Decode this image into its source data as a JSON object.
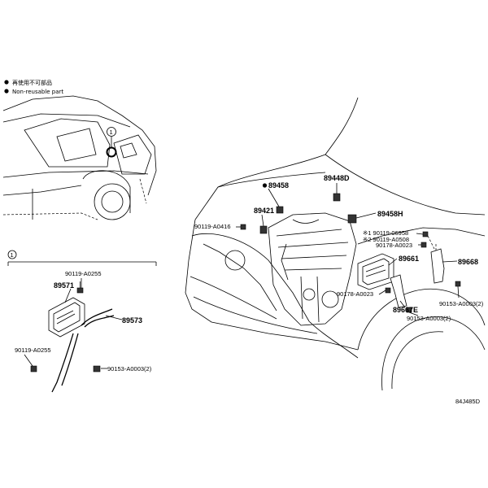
{
  "legend": {
    "line1": "再使用不可部品",
    "line2": "Non-reusable part"
  },
  "inset_callout": "1",
  "detail_box_number": "1",
  "part_labels": {
    "p89458": "89458",
    "p89448D": "89448D",
    "p89421": "89421",
    "p89458H": "89458H",
    "p90119_A0416": "90119-A0416",
    "p90119_06958": "※1 90119-06958",
    "p90119_A0508": "※2 90119-A0508",
    "p90178_A0023_top": "90178-A0023",
    "p89661": "89661",
    "p89668": "89668",
    "p90178_A0023_low": "90178-A0023",
    "p89667E": "89667E",
    "p90153_A0003_mid": "90153-A0003(2)",
    "p90153_A0003_right": "90153-A0003(2)",
    "p90119_A0255_top": "90119-A0255",
    "p89571": "89571",
    "p89573": "89573",
    "p90119_A0255_left": "90119-A0255",
    "p90153_A0003_left": "90153-A0003(2)"
  },
  "diagram_id": "84J485D"
}
